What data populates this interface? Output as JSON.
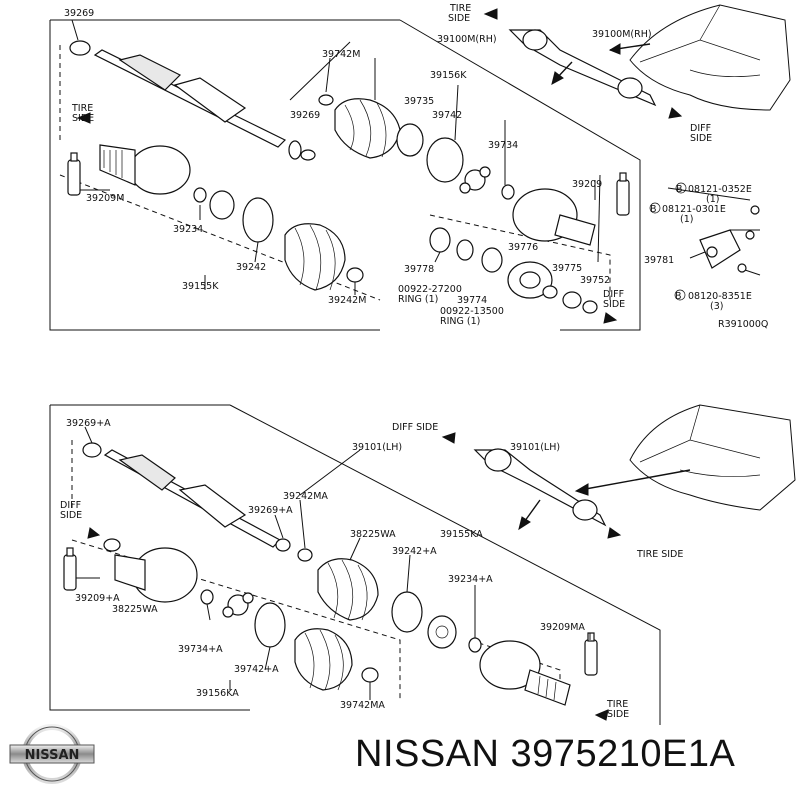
{
  "diagram_top": {
    "labels": {
      "l39269": "39269",
      "l39100mrh_a": "39100M(RH)",
      "l39100mrh_b": "39100M(RH)",
      "l39742m": "39742M",
      "l39156k": "39156K",
      "l39735": "39735",
      "l39269b": "39269",
      "l39742": "39742",
      "l39734": "39734",
      "l39209": "39209",
      "l39209m": "39209M",
      "l39234": "39234",
      "l39242": "39242",
      "l39155k": "39155K",
      "l39242m": "39242M",
      "l39778": "39778",
      "l39776": "39776",
      "l39775": "39775",
      "l39752": "39752",
      "l39774": "39774",
      "l00922_27200": "00922-27200",
      "lring1a": "RING (1)",
      "l00922_13500": "00922-13500",
      "lring1b": "RING (1)",
      "l39781": "39781",
      "lb08121_0352e": "08121-0352E",
      "lq1a": "(1)",
      "lb08121_0301e": "08121-0301E",
      "lq1b": "(1)",
      "lb08120_8351e": "08120-8351E",
      "lq3": "(3)",
      "lref": "R391000Q",
      "tire_side_1": "TIRE",
      "tire_side_1b": "SIDE",
      "tire_side_2": "TIRE",
      "tire_side_2b": "SIDE",
      "diff_side_1": "DIFF",
      "diff_side_1b": "SIDE",
      "diff_side_2": "DIFF",
      "diff_side_2b": "SIDE",
      "bolt_b": "B"
    }
  },
  "diagram_bottom": {
    "labels": {
      "l39269a": "39269+A",
      "l39101lh": "39101(LH)",
      "l39101lh_b": "39101(LH)",
      "l39242ma": "39242MA",
      "l39269a_b": "39269+A",
      "l38225wa": "38225WA",
      "l39155ka": "39155KA",
      "l39242a": "39242+A",
      "l39234a": "39234+A",
      "l39209a": "39209+A",
      "l38225wa_b": "38225WA",
      "l39734a": "39734+A",
      "l39742a": "39742+A",
      "l39156ka": "39156KA",
      "l39742ma": "39742MA",
      "l39209ma": "39209MA",
      "diff_side_a": "DIFF SIDE",
      "diff_side_b": "DIFF",
      "diff_side_bb": "SIDE",
      "tire_side_a": "TIRE SIDE",
      "tire_side_b": "TIRE",
      "tire_side_bb": "SIDE"
    }
  },
  "footer": {
    "brand": "NISSAN",
    "part_number": "NISSAN 3975210E1A"
  }
}
